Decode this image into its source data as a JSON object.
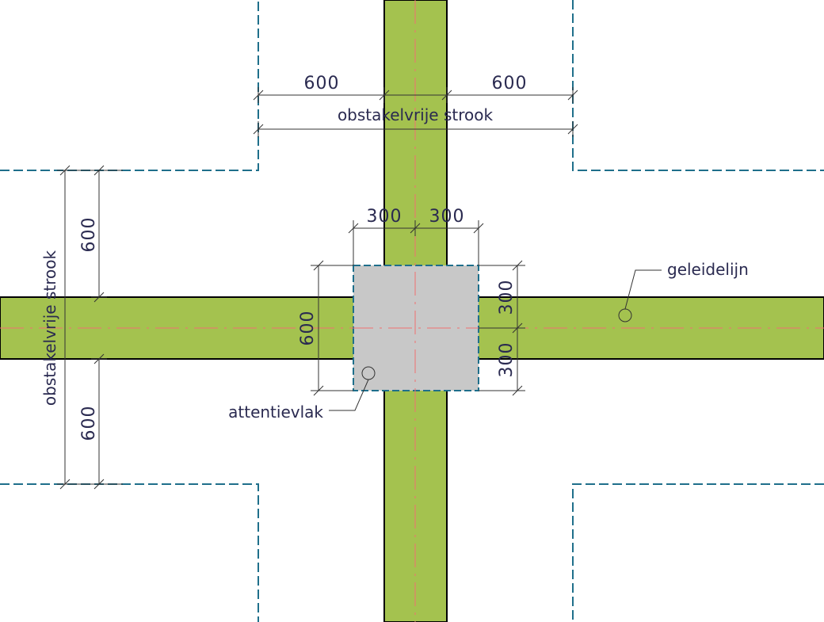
{
  "colors": {
    "path": "#a4c24f",
    "path_edge": "#000000",
    "warning_area": "#c8c8c8",
    "boundary": "#1f6f8b",
    "centerline": "#f07070",
    "dim": "#333333",
    "text": "#2a2a50"
  },
  "dimensions": {
    "top_left_width": "600",
    "top_right_width": "600",
    "top_strip_label": "obstakelvrije strook",
    "square_left_half": "300",
    "square_right_half": "300",
    "square_height": "600",
    "right_upper_half": "300",
    "right_lower_half": "300",
    "left_upper_width": "600",
    "left_lower_width": "600",
    "left_strip_label": "obstakelvrije strook"
  },
  "labels": {
    "guide_line": "geleidelijn",
    "warning_area": "attentievlak"
  }
}
